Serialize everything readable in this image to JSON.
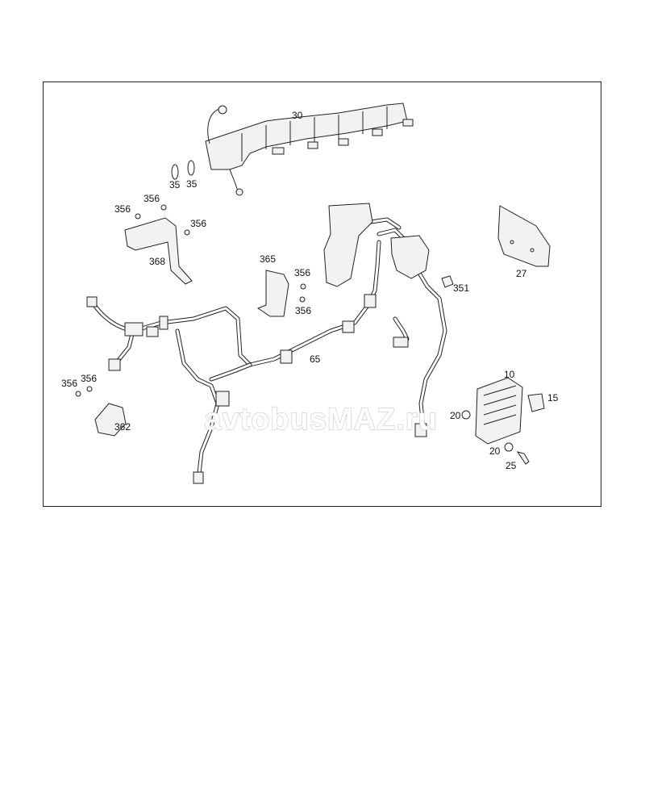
{
  "watermark": "avtobusMAZ.ru",
  "callouts": {
    "c30": "30",
    "c35a": "35",
    "c35b": "35",
    "c356a": "356",
    "c356b": "356",
    "c356c": "356",
    "c368": "368",
    "c365": "365",
    "c356d": "356",
    "c356e": "356",
    "c351": "351",
    "c27": "27",
    "c65": "65",
    "c356f": "356",
    "c356g": "356",
    "c362": "362",
    "c10": "10",
    "c15": "15",
    "c20a": "20",
    "c20b": "20",
    "c25": "25"
  }
}
